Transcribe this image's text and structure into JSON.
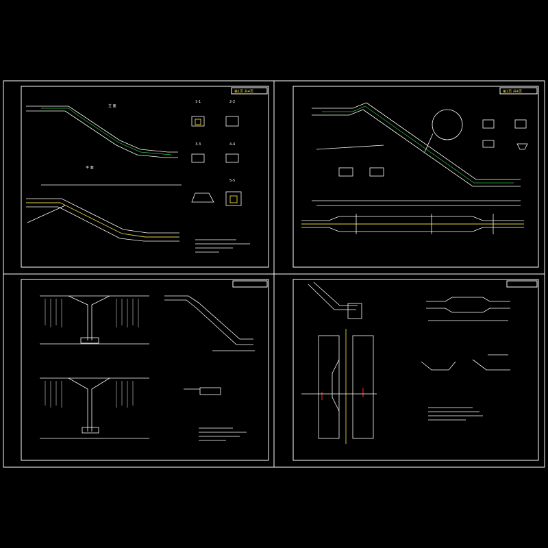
{
  "sheet": {
    "background": "#000000",
    "frame_color": "#ffffff",
    "title_color": "#e8d33a",
    "accent_colors": [
      "#2fbf3a",
      "#38c8d8",
      "#e02020"
    ]
  },
  "panels": [
    {
      "id": "top-left",
      "title_block": "第1页 共4页"
    },
    {
      "id": "top-right",
      "title_block": "第2页 共4页"
    },
    {
      "id": "bottom-left",
      "title_block": ""
    },
    {
      "id": "bottom-right",
      "title_block": ""
    }
  ],
  "labels": {
    "elevation_view": "立 面",
    "plan_view": "平 面",
    "section_1": "1-1",
    "section_2": "2-2",
    "section_3": "3-3",
    "section_4": "4-4",
    "section_5": "5-5"
  }
}
